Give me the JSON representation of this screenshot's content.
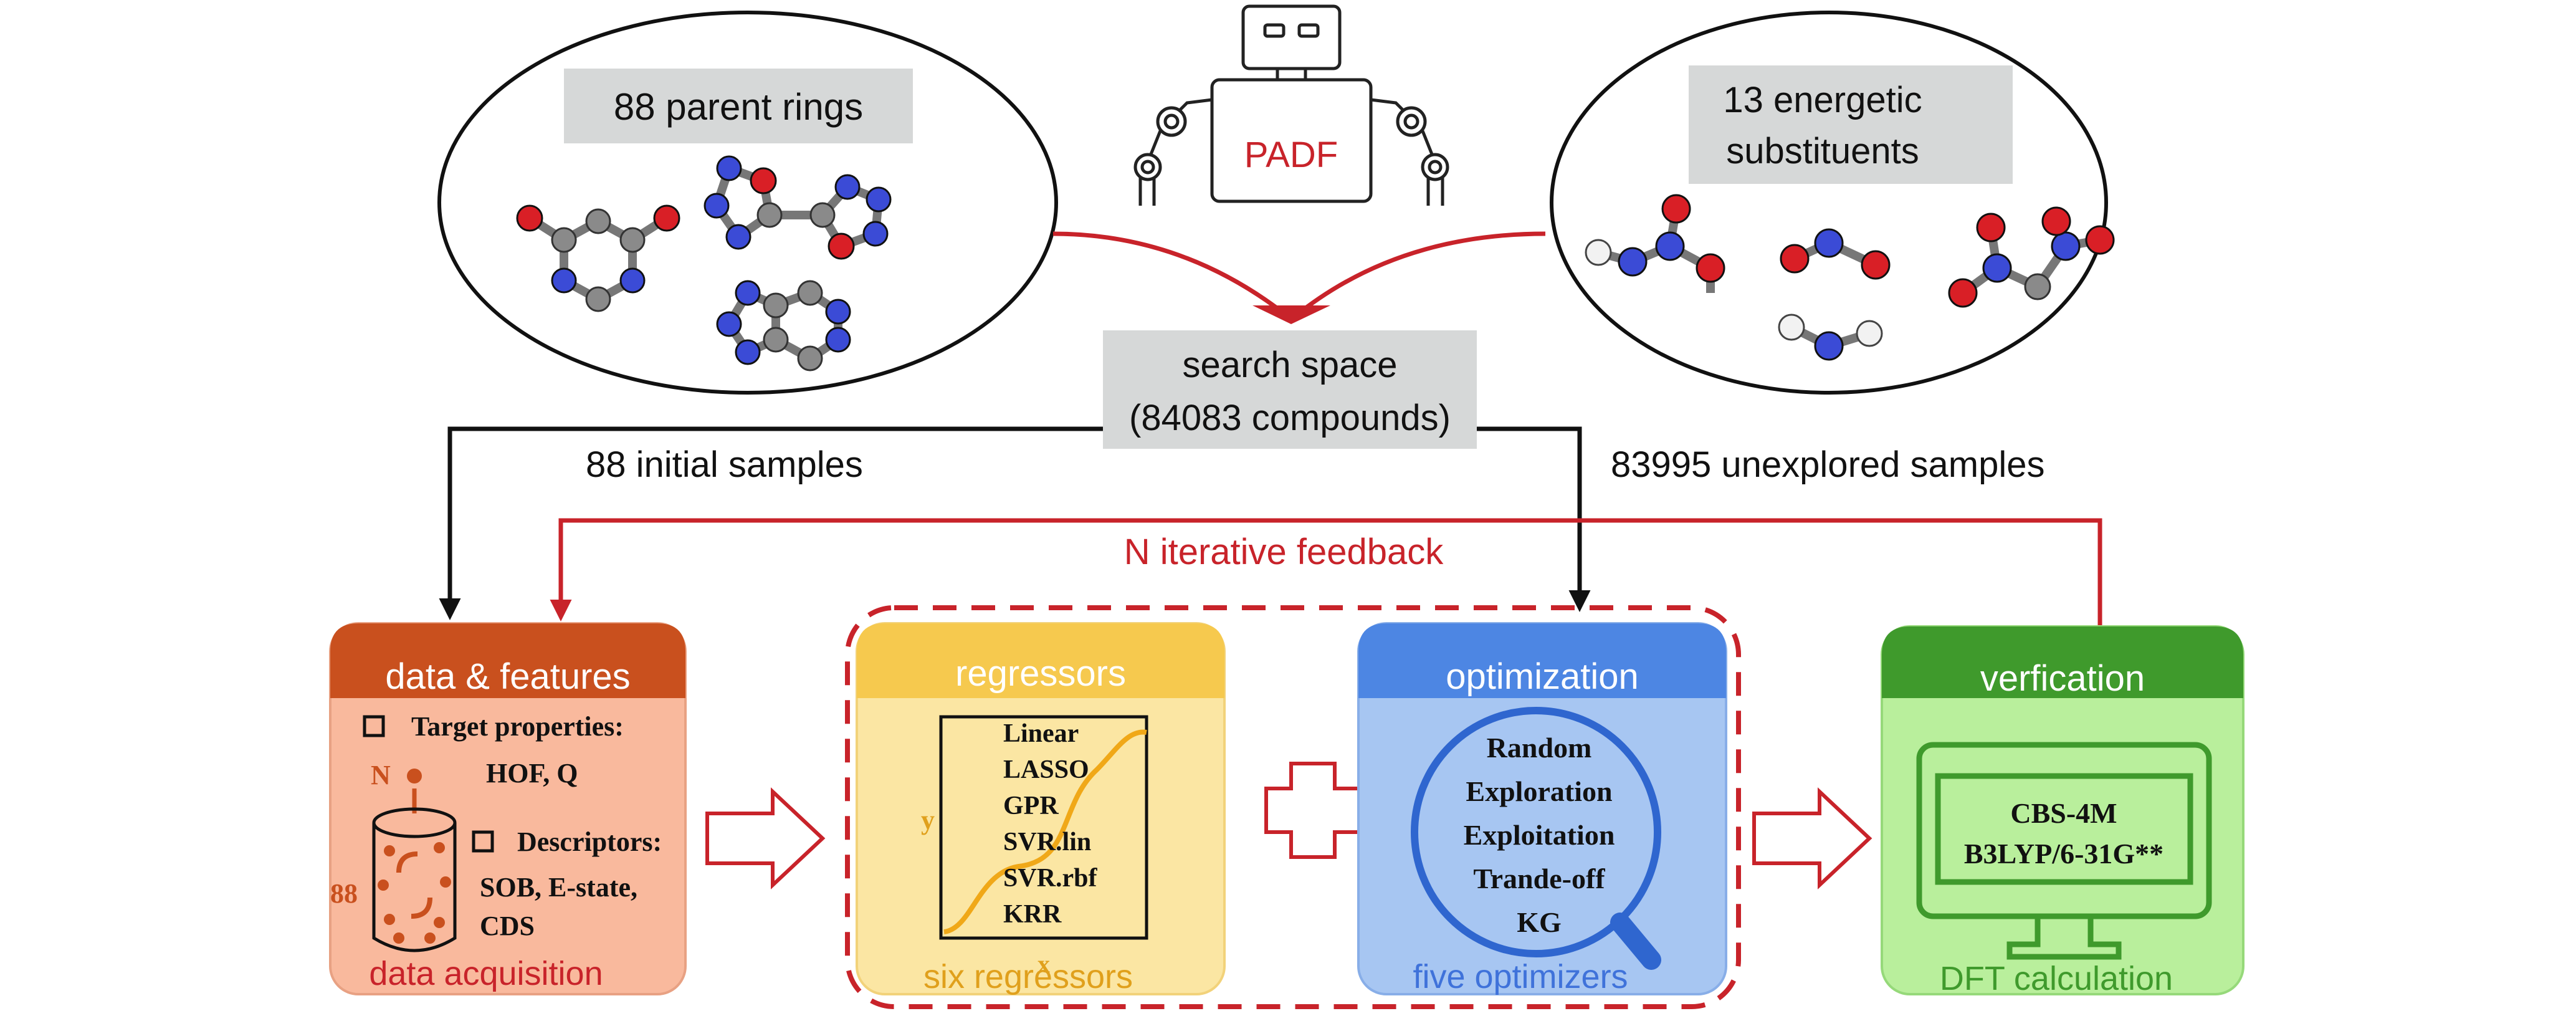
{
  "top": {
    "parent_rings_label": "88 parent rings",
    "robot_label": "PADF",
    "substituents_label_line1": "13 energetic",
    "substituents_label_line2": "substituents",
    "search_space_line1": "search space",
    "search_space_line2": "(84083 compounds)",
    "initial_samples": "88 initial samples",
    "unexplored_samples": "83995 unexplored samples",
    "feedback": "N iterative feedback"
  },
  "data_features": {
    "header": "data & features",
    "target_label": "Target properties:",
    "target_values": "HOF, Q",
    "n_label": "N",
    "count_label": "88",
    "descriptors_label": "Descriptors:",
    "descriptors_line1": "SOB, E-state,",
    "descriptors_line2": "CDS",
    "footer": "data acquisition"
  },
  "regressors": {
    "header": "regressors",
    "items": [
      "Linear",
      "LASSO",
      "GPR",
      "SVR.lin",
      "SVR.rbf",
      "KRR"
    ],
    "y_axis": "y",
    "x_axis": "x",
    "footer": "six regressors"
  },
  "optimization": {
    "header": "optimization",
    "items": [
      "Random",
      "Exploration",
      "Exploitation",
      "Trande-off",
      "KG"
    ],
    "footer": "five optimizers"
  },
  "verification": {
    "header": "verfication",
    "line1": "CBS-4M",
    "line2": "B3LYP/6-31G**",
    "footer": "DFT calculation"
  },
  "colors": {
    "red_arrow": "#c8232a",
    "black_arrow": "#111111",
    "data_header": "#c9501e",
    "data_body": "#f9b99d",
    "reg_header": "#f6c94e",
    "reg_body": "#fbe6a3",
    "opt_header": "#4d86e3",
    "opt_body": "#a7c6f2",
    "ver_header": "#3f9a2c",
    "ver_body": "#b9ef9c",
    "label_box": "#d6d8d8"
  }
}
